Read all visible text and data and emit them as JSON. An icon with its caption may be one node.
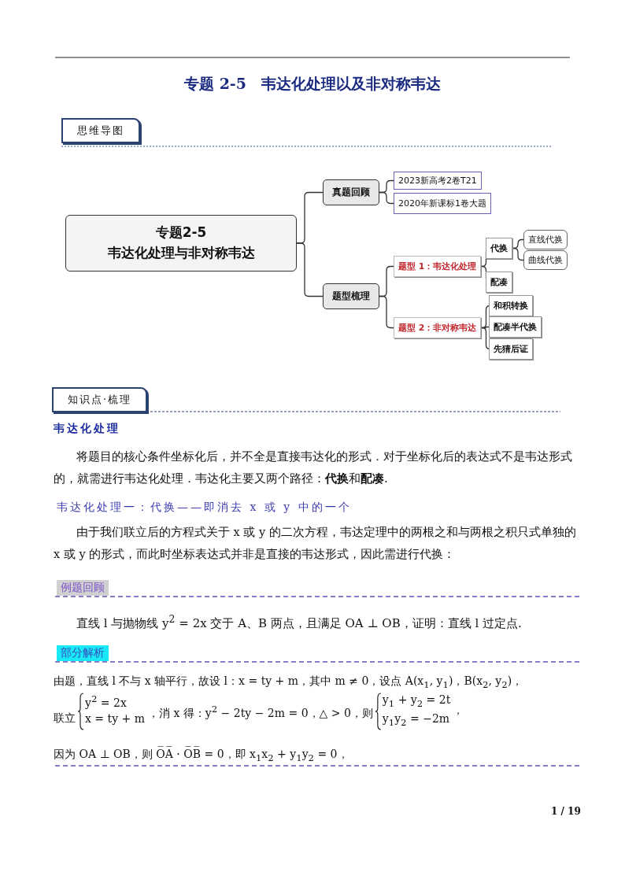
{
  "diagram": {
    "title": "专题 2-5　韦达化处理以及非对称韦达",
    "nodes": [
      {
        "text": [
          "专题2-5",
          "韦达化处理与非对称韦达"
        ]
      },
      {
        "text": [
          "真题回顾"
        ]
      },
      {
        "text": [
          "2023新高考2卷T21"
        ]
      },
      {
        "text": [
          "2020年新课标1卷大题"
        ]
      },
      {
        "text": [
          "题型梳理"
        ]
      },
      {
        "text": [
          "题型 1：韦达化处理"
        ]
      },
      {
        "text": [
          "代换"
        ]
      },
      {
        "text": [
          "直线代换"
        ]
      },
      {
        "text": [
          "曲线代换"
        ]
      },
      {
        "text": [
          "配凑"
        ]
      },
      {
        "text": [
          "题型 2：非对称韦达"
        ]
      },
      {
        "text": [
          "和积转换"
        ]
      },
      {
        "text": [
          "配凑半代换"
        ]
      },
      {
        "text": [
          "先猜后证"
        ]
      }
    ],
    "edges": [
      {
        "from": 0,
        "to": 1,
        "arrow": "none"
      },
      {
        "from": 0,
        "to": 4,
        "arrow": "none"
      },
      {
        "from": 1,
        "to": 2,
        "arrow": "none"
      },
      {
        "from": 1,
        "to": 3,
        "arrow": "none"
      },
      {
        "from": 4,
        "to": 5,
        "arrow": "none"
      },
      {
        "from": 4,
        "to": 10,
        "arrow": "none"
      },
      {
        "from": 5,
        "to": 6,
        "arrow": "none"
      },
      {
        "from": 5,
        "to": 9,
        "arrow": "none"
      },
      {
        "from": 6,
        "to": 7,
        "arrow": "none"
      },
      {
        "from": 6,
        "to": 8,
        "arrow": "none"
      },
      {
        "from": 10,
        "to": 11,
        "arrow": "none"
      },
      {
        "from": 10,
        "to": 12,
        "arrow": "none"
      },
      {
        "from": 10,
        "to": 13,
        "arrow": "none"
      }
    ],
    "labels": [
      "思维导图",
      "知识点·梳理",
      "韦达化处理",
      "将题目的核心条件坐标化后，并不全是直接韦达化的形式．对于坐标化后的表达式不是韦达形式的，就需进行韦达化处理．韦达化主要又两个路径：**代换**和**配凑**.",
      "韦达化处理一：代换——即消去 x 或 y 中的一个",
      "由于我们联立后的方程式关于 x 或 y 的二次方程，韦达定理中的两根之和与两根之积只式单独的 x 或 y 的形式，而此时坐标表达式并非是直接的韦达形式，因此需进行代换：",
      "例题回顾",
      "直线 l 与抛物线 y$^{2}$ = 2x 交于 A、B 两点，且满足 OA ⊥ OB，证明：直线 l 过定点.",
      "部分解析",
      "由题，直线 l 不与 x 轴平行，故设 l：x = ty + m，其中 m ≠ 0，设点 A(x$_{1}$, y$_{1}$)，B(x$_{2}$, y$_{2}$)，",
      "联立",
      "y$^{2}$ = 2x",
      "x = ty + m",
      "，消 x 得：y$^{2}$ − 2ty − 2m = 0，△ > 0，则",
      "y$_{1}$ + y$_{2}$ = 2t",
      "y$_{1}$y$_{2}$ = −2m",
      "，",
      "因为 OA ⊥ OB，则 O̅A̅ · O̅B̅ = 0，即 x$_{1}$x$_{2}$ + y$_{1}$y$_{2}$ = 0，",
      "1 / 19"
    ]
  }
}
